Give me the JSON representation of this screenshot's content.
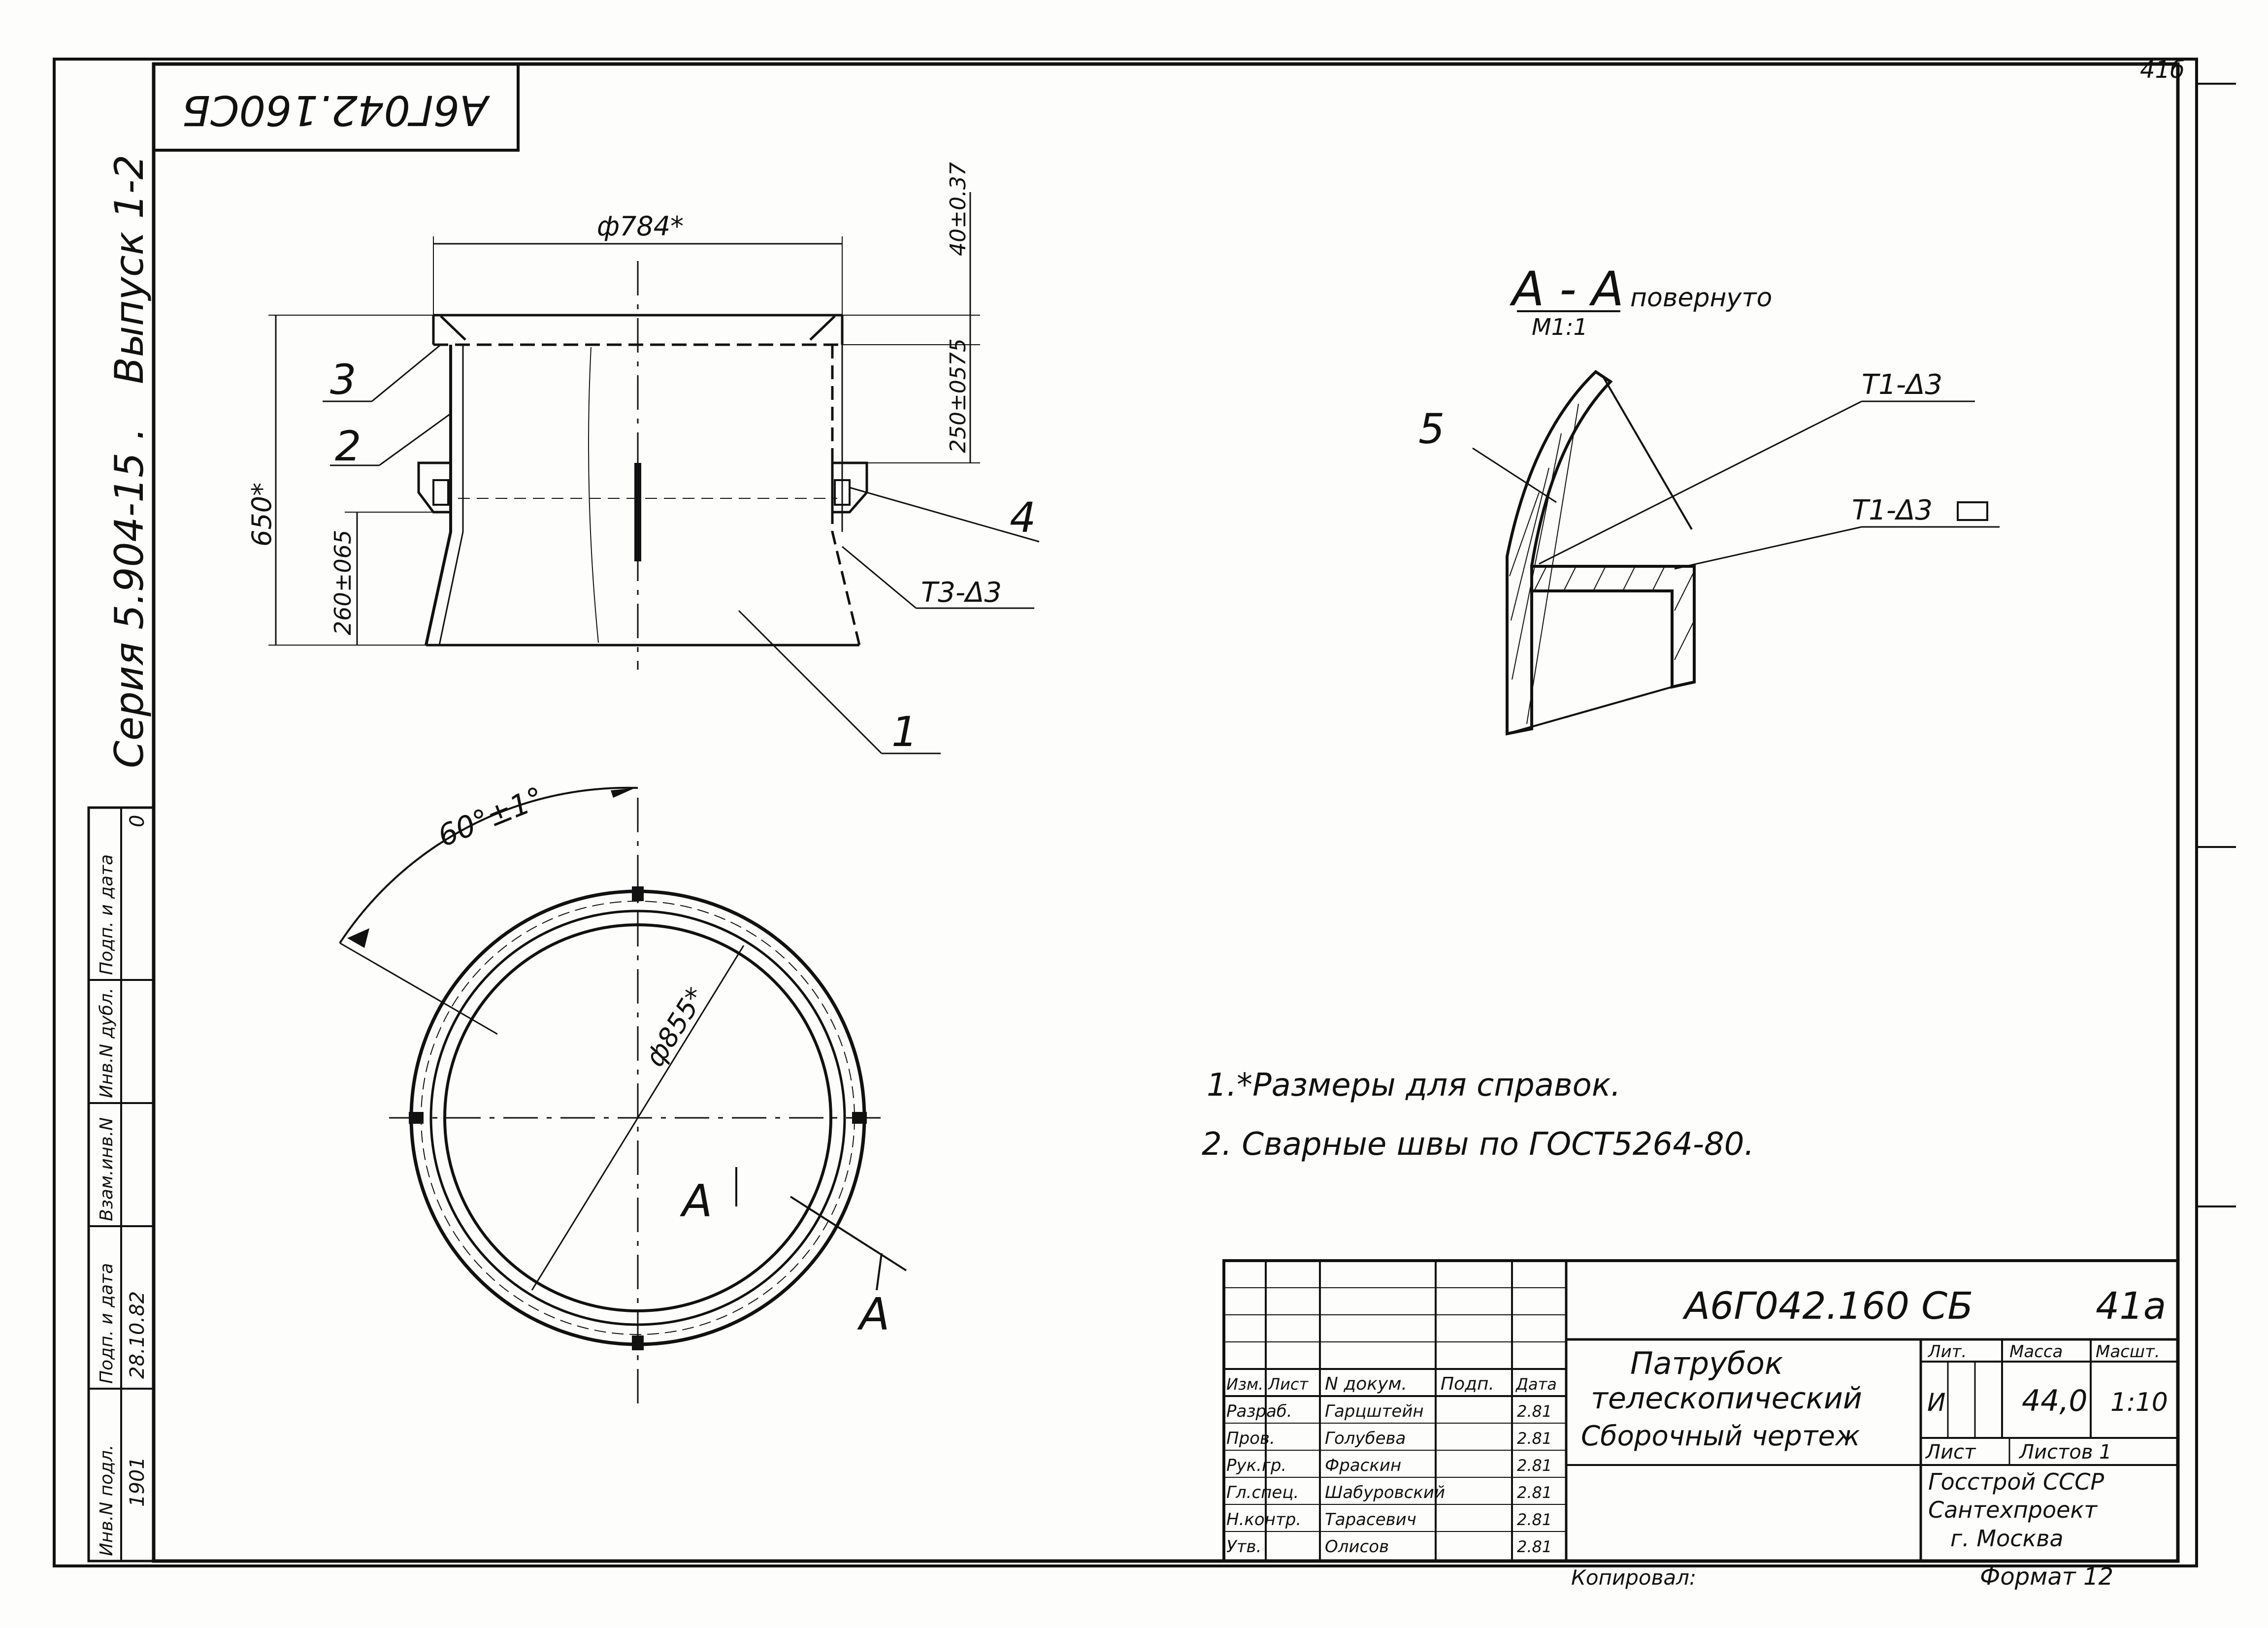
{
  "drawing": {
    "code_top_rotated": "А6Г042.160СБ",
    "side_series": "Серия  5.904-15 .",
    "side_issue": "Выпуск  1-2",
    "corner_mark": "41б"
  },
  "left_strip": {
    "labels": [
      "Инв.N подл.",
      "Подп. и дата",
      "Взам.инв.N",
      "Инв.N дубл.",
      "Подп. и дата"
    ],
    "values": [
      "1901",
      "28.10.82",
      "",
      "",
      "0"
    ]
  },
  "front_view": {
    "dim_diameter": "ф784*",
    "dim_height": "650*",
    "dim_top": "40±0.37",
    "dim_middle": "250±0575",
    "dim_lower": "260±065",
    "part_labels": [
      "3",
      "2",
      "1",
      "4"
    ],
    "weld_label": "Т3-Δ3"
  },
  "plan_view": {
    "angle": "60°±1°",
    "dim_diameter": "ф855*",
    "section_mark": "А"
  },
  "section_aa": {
    "title": "А - А",
    "rotated": "повернуто",
    "scale": "М1:1",
    "part_label": "5",
    "weld_1": "Т1-Δ3",
    "weld_2": "Т1-Δ3"
  },
  "notes": [
    "1.*Размеры для справок.",
    "2. Сварные швы по ГОСТ5264-80."
  ],
  "title_block": {
    "code": "А6Г042.160 СБ",
    "sheet_no": "41а",
    "name_lines": [
      "Патрубок",
      "телескопический",
      "Сборочный чертеж"
    ],
    "col_headers": [
      "Изм.",
      "Лист",
      "N докум.",
      "Подп.",
      "Дата"
    ],
    "roles": [
      {
        "role": "Разраб.",
        "name": "Гарцштейн",
        "date": "2.81"
      },
      {
        "role": "Пров.",
        "name": "Голубева",
        "date": "2.81"
      },
      {
        "role": "Рук.гр.",
        "name": "Фраскин",
        "date": "2.81"
      },
      {
        "role": "Гл.спец.",
        "name": "Шабуровский",
        "date": "2.81"
      },
      {
        "role": "Н.контр.",
        "name": "Тарасевич",
        "date": "2.81"
      },
      {
        "role": "Утв.",
        "name": "Олисов",
        "date": "2.81"
      }
    ],
    "lit_label": "Лит.",
    "lit_value": "И",
    "mass_label": "Масса",
    "mass_value": "44,0",
    "scale_label": "Масшт.",
    "scale_value": "1:10",
    "sheet_label": "Лист",
    "sheets_label": "Листов 1",
    "org_lines": [
      "Госстрой СССР",
      "Сантехпроект",
      "г. Москва"
    ],
    "copied": "Копировал:",
    "format": "Формат 12"
  }
}
